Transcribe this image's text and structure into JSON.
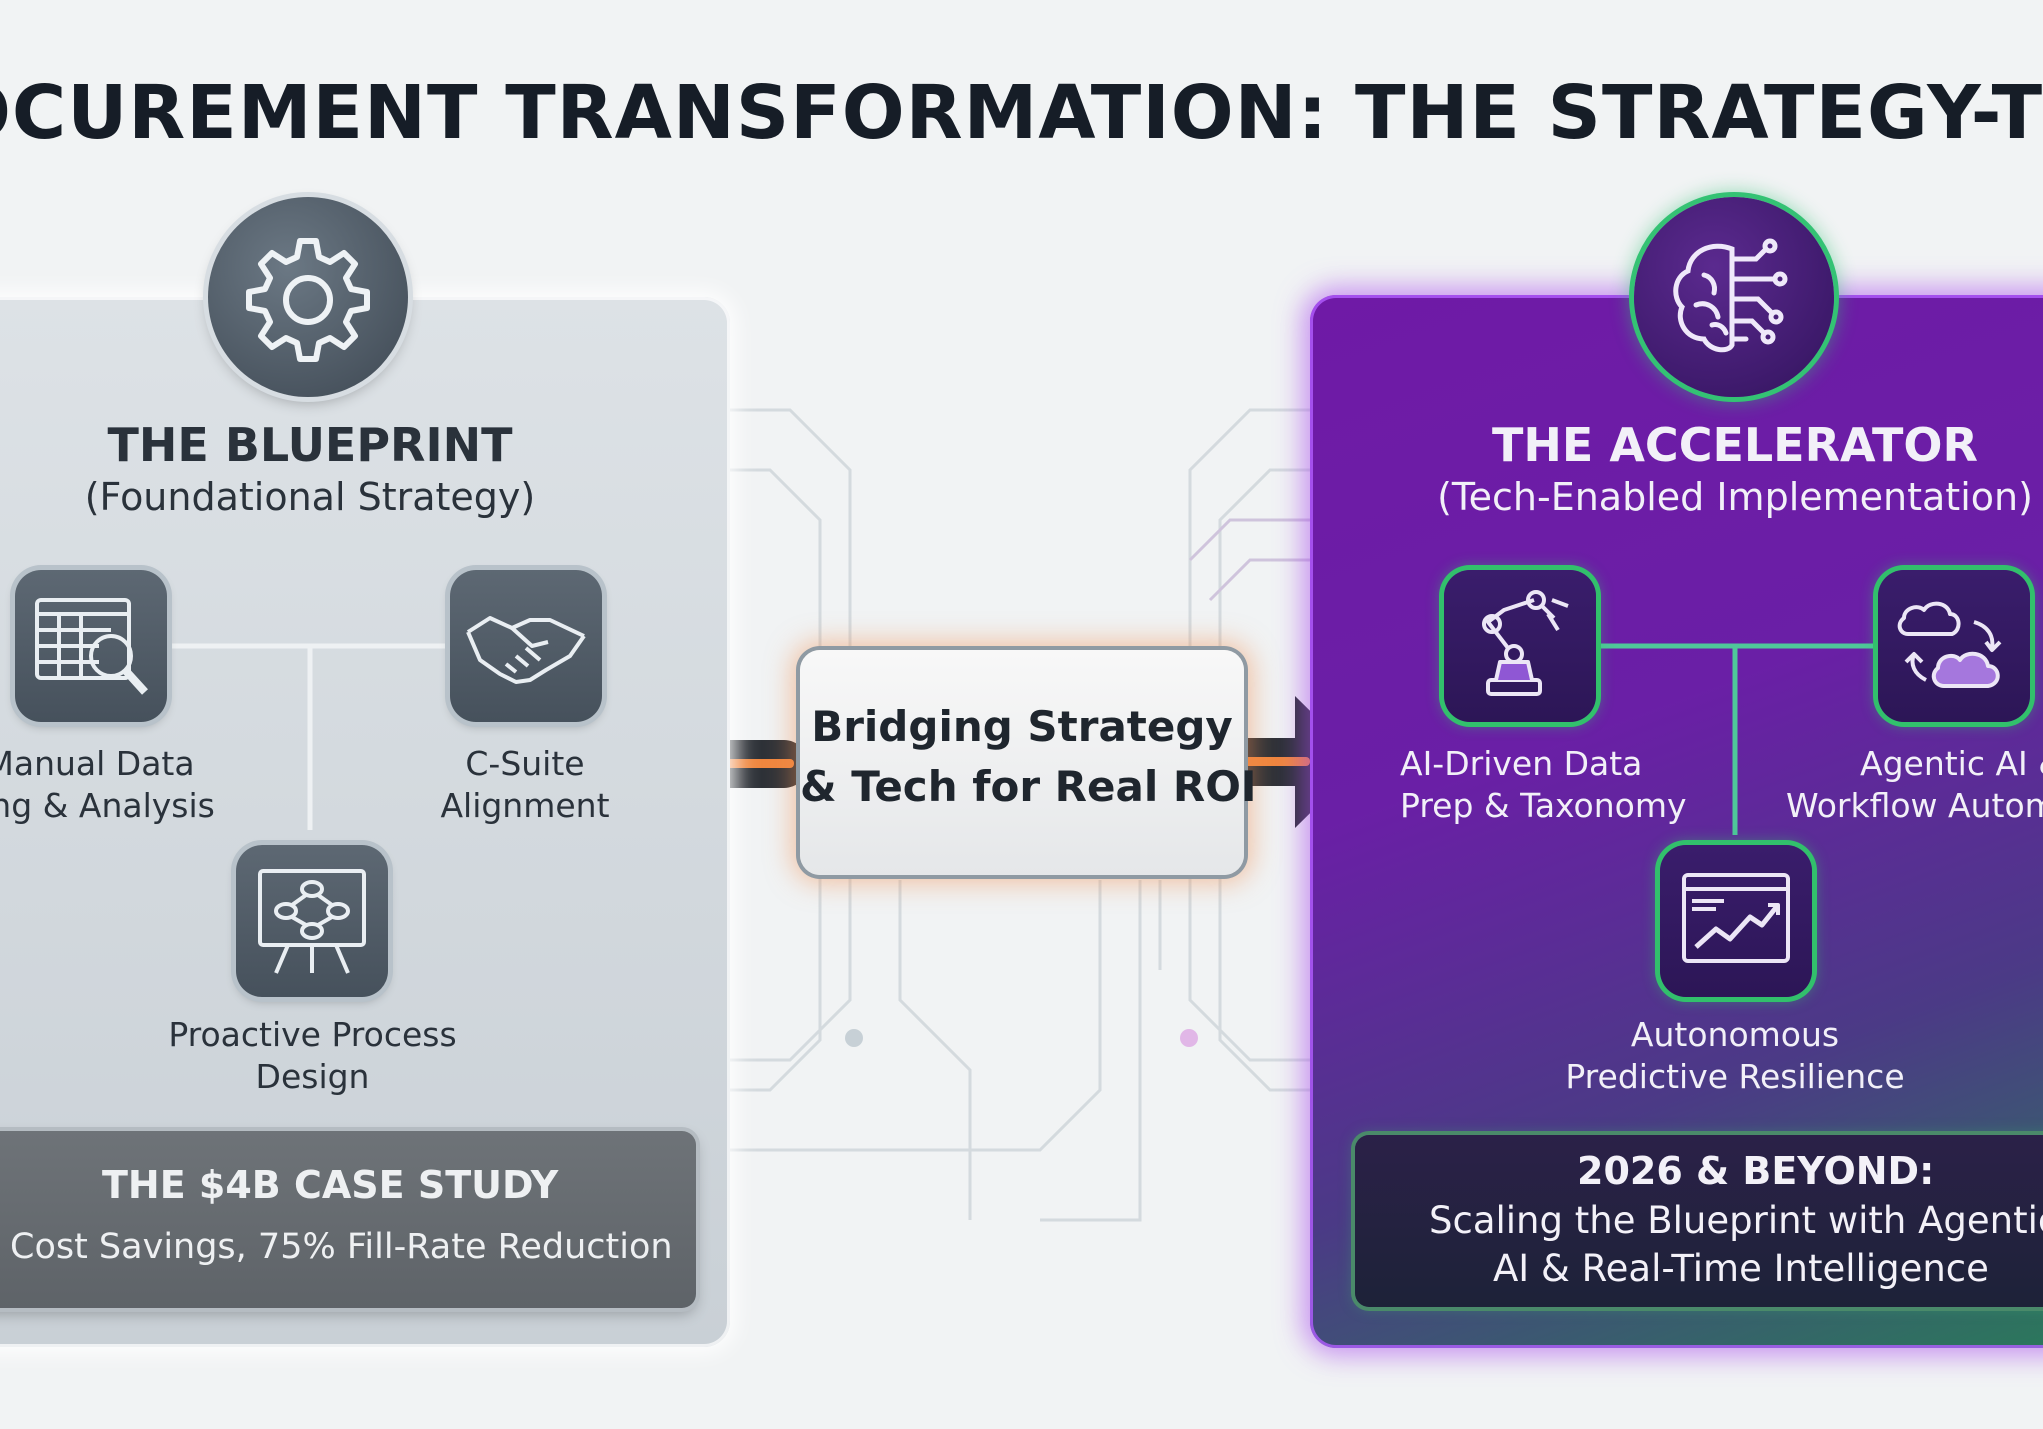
{
  "title": "OCUREMENT TRANSFORMATION: THE STRATEGY-TO-TECH BRI",
  "bridge": {
    "line1": "Bridging Strategy",
    "line2": "& Tech for Real ROI"
  },
  "blueprint": {
    "title": "THE BLUEPRINT",
    "subtitle": "(Foundational Strategy)",
    "items": [
      {
        "line1": "Manual Data",
        "line2": "aning & Analysis",
        "icon": "spreadsheet-magnifier-icon"
      },
      {
        "line1": "C-Suite",
        "line2": "Alignment",
        "icon": "handshake-icon"
      },
      {
        "line1": "Proactive Process",
        "line2": "Design",
        "icon": "flowchart-board-icon"
      }
    ],
    "case_study": {
      "title": "THE $4B CASE STUDY",
      "line": "Cost Savings, 75% Fill-Rate Reduction"
    }
  },
  "accelerator": {
    "title": "THE ACCELERATOR",
    "subtitle": "(Tech-Enabled Implementation)",
    "items": [
      {
        "line1": "AI-Driven Data",
        "line2": "Prep & Taxonomy",
        "icon": "robot-arm-icon"
      },
      {
        "line1": "Agentic AI &",
        "line2": "Workflow Autom",
        "icon": "cloud-sync-icon"
      },
      {
        "line1": "Autonomous",
        "line2": "Predictive Resilience",
        "icon": "trend-chart-icon"
      }
    ],
    "beyond": {
      "title": "2026 & BEYOND:",
      "line1": "Scaling the Blueprint with Agentic",
      "line2": "AI & Real-Time Intelligence"
    }
  },
  "colors": {
    "accent_purple": "#6f1aa6",
    "accent_green": "#32c06c",
    "accent_orange": "#f2904e",
    "panel_gray": "#d3d9de",
    "title_dark": "#161d27"
  }
}
